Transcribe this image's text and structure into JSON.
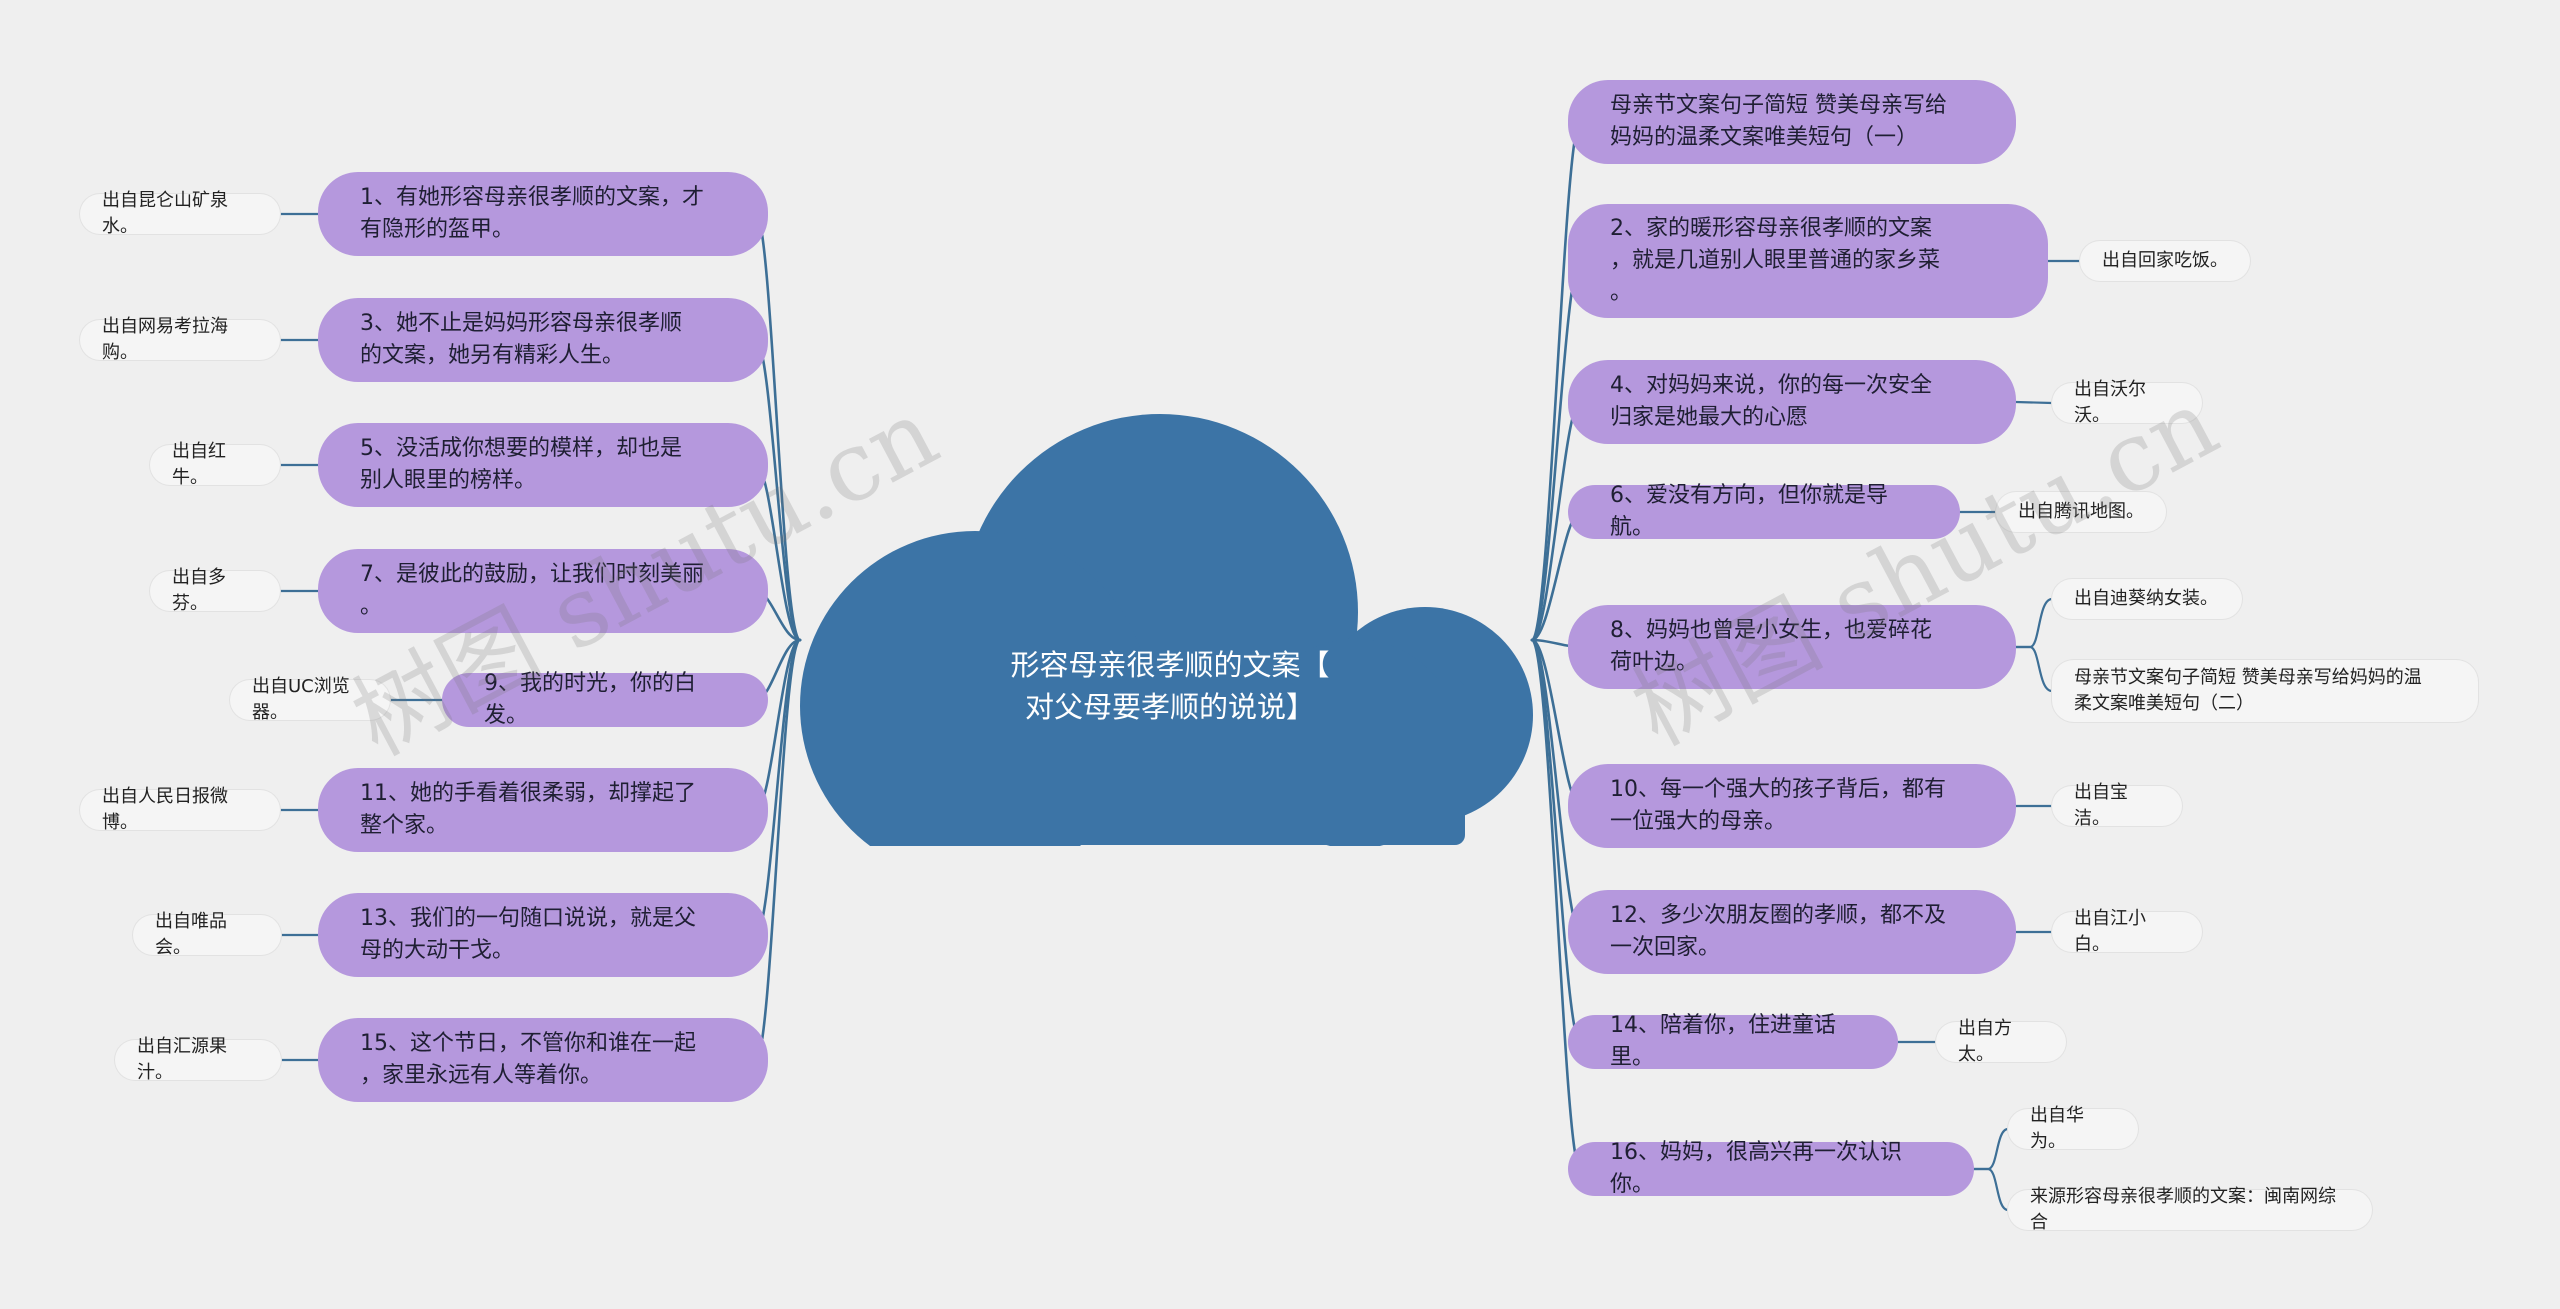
{
  "center": {
    "title": "形容母亲很孝顺的文案【\n对父母要孝顺的说说】"
  },
  "watermark": "树图 shutu.cn",
  "colors": {
    "center": "#3c74a6",
    "branch": "#b598dd",
    "leaf": "#f5f5f5",
    "line": "#3d6f96",
    "background": "#efefef"
  },
  "left_branches": [
    {
      "text": "1、有她形容母亲很孝顺的文案，才\n有隐形的盔甲。",
      "leaf": "出自昆仑山矿泉水。"
    },
    {
      "text": "3、她不止是妈妈形容母亲很孝顺\n的文案，她另有精彩人生。",
      "leaf": "出自网易考拉海购。"
    },
    {
      "text": "5、没活成你想要的模样，却也是\n别人眼里的榜样。",
      "leaf": "出自红牛。"
    },
    {
      "text": "7、是彼此的鼓励，让我们时刻美丽\n。",
      "leaf": "出自多芬。"
    },
    {
      "text": "9、我的时光，你的白发。",
      "leaf": "出自UC浏览器。"
    },
    {
      "text": "11、她的手看着很柔弱，却撑起了\n整个家。",
      "leaf": "出自人民日报微博。"
    },
    {
      "text": "13、我们的一句随口说说，就是父\n母的大动干戈。",
      "leaf": "出自唯品会。"
    },
    {
      "text": "15、这个节日，不管你和谁在一起\n，家里永远有人等着你。",
      "leaf": "出自汇源果汁。"
    }
  ],
  "right_branches": [
    {
      "text": "母亲节文案句子简短 赞美母亲写给\n妈妈的温柔文案唯美短句（一）",
      "leaves": []
    },
    {
      "text": "2、家的暖形容母亲很孝顺的文案\n，就是几道别人眼里普通的家乡菜\n。",
      "leaves": [
        "出自回家吃饭。"
      ]
    },
    {
      "text": "4、对妈妈来说，你的每一次安全\n归家是她最大的心愿",
      "leaves": [
        "出自沃尔沃。"
      ]
    },
    {
      "text": "6、爱没有方向，但你就是导航。",
      "leaves": [
        "出自腾讯地图。"
      ]
    },
    {
      "text": "8、妈妈也曾是小女生，也爱碎花\n荷叶边。",
      "leaves": [
        "出自迪葵纳女装。",
        "母亲节文案句子简短 赞美母亲写给妈妈的温\n柔文案唯美短句（二）"
      ]
    },
    {
      "text": "10、每一个强大的孩子背后，都有\n一位强大的母亲。",
      "leaves": [
        "出自宝洁。"
      ]
    },
    {
      "text": "12、多少次朋友圈的孝顺，都不及\n一次回家。",
      "leaves": [
        "出自江小白。"
      ]
    },
    {
      "text": "14、陪着你，住进童话里。",
      "leaves": [
        "出自方太。"
      ]
    },
    {
      "text": "16、妈妈，很高兴再一次认识你。",
      "leaves": [
        "出自华为。",
        "来源形容母亲很孝顺的文案：闽南网综合"
      ]
    }
  ]
}
